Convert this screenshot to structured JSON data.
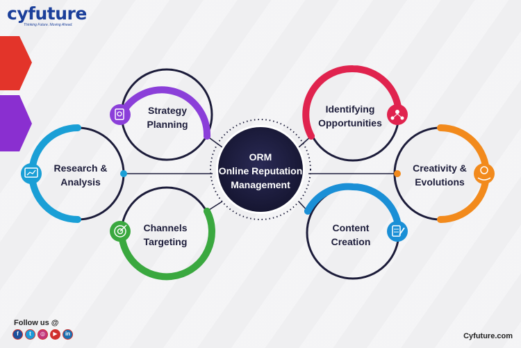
{
  "brand": {
    "logo_text": "cyfuture",
    "tagline": "Thinking Future. Moving Ahead.",
    "website": "Cyfuture.com"
  },
  "center": {
    "label": "ORM\nOnline Reputation\nManagement"
  },
  "nodes": [
    {
      "id": "strategy",
      "label": "Strategy\nPlanning",
      "color": "#8b3fd9",
      "icon": "target-document-icon"
    },
    {
      "id": "research",
      "label": "Research &\nAnalysis",
      "color": "#1a9fd6",
      "icon": "chart-monitor-icon"
    },
    {
      "id": "channels",
      "label": "Channels\nTargeting",
      "color": "#3aa83f",
      "icon": "bullseye-icon"
    },
    {
      "id": "identifying",
      "label": "Identifying\nOpportunities",
      "color": "#e0234e",
      "icon": "people-network-icon"
    },
    {
      "id": "creativity",
      "label": "Creativity &\nEvolutions",
      "color": "#f28a1c",
      "icon": "idea-hand-icon"
    },
    {
      "id": "content",
      "label": "Content\nCreation",
      "color": "#1a8fd6",
      "icon": "document-pen-icon"
    }
  ],
  "footer": {
    "follow_label": "Follow us @",
    "social": [
      {
        "icon": "facebook-icon",
        "glyph": "f",
        "color": "#1d4f9b"
      },
      {
        "icon": "twitter-icon",
        "glyph": "t",
        "color": "#1d9bd9"
      },
      {
        "icon": "instagram-icon",
        "glyph": "◎",
        "color": "#c1357a"
      },
      {
        "icon": "youtube-icon",
        "glyph": "▶",
        "color": "#d0302c"
      },
      {
        "icon": "linkedin-icon",
        "glyph": "in",
        "color": "#1a6fb0"
      }
    ]
  }
}
